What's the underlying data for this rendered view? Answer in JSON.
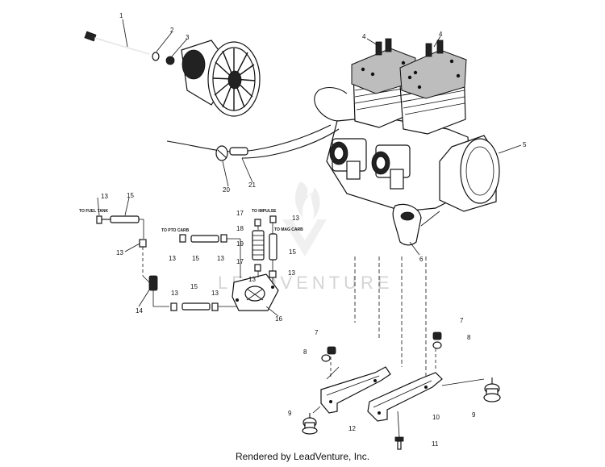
{
  "watermark": "LEADVENTURE",
  "footer": "Rendered by LeadVenture, Inc.",
  "hose_labels": {
    "fuel_tank": "TO FUEL TANK",
    "pto_carb": "TO PTO CARB",
    "impulse": "TO IMPULSE",
    "mag_carb": "TO MAG CARB"
  },
  "callouts": {
    "c1": "1",
    "c2": "2",
    "c3": "3",
    "c4a": "4",
    "c4b": "4",
    "c5": "5",
    "c6": "6",
    "c7a": "7",
    "c7b": "7",
    "c8a": "8",
    "c8b": "8",
    "c9a": "9",
    "c9b": "9",
    "c10": "10",
    "c11": "11",
    "c12": "12",
    "c13a": "13",
    "c13b": "13",
    "c13c": "13",
    "c13d": "13",
    "c13e": "13",
    "c13f": "13",
    "c13g": "13",
    "c13h": "13",
    "c13i": "13",
    "c14": "14",
    "c15a": "15",
    "c15b": "15",
    "c15c": "15",
    "c15d": "15",
    "c16": "16",
    "c17a": "17",
    "c17b": "17",
    "c18": "18",
    "c19": "19",
    "c20": "20",
    "c21": "21"
  }
}
